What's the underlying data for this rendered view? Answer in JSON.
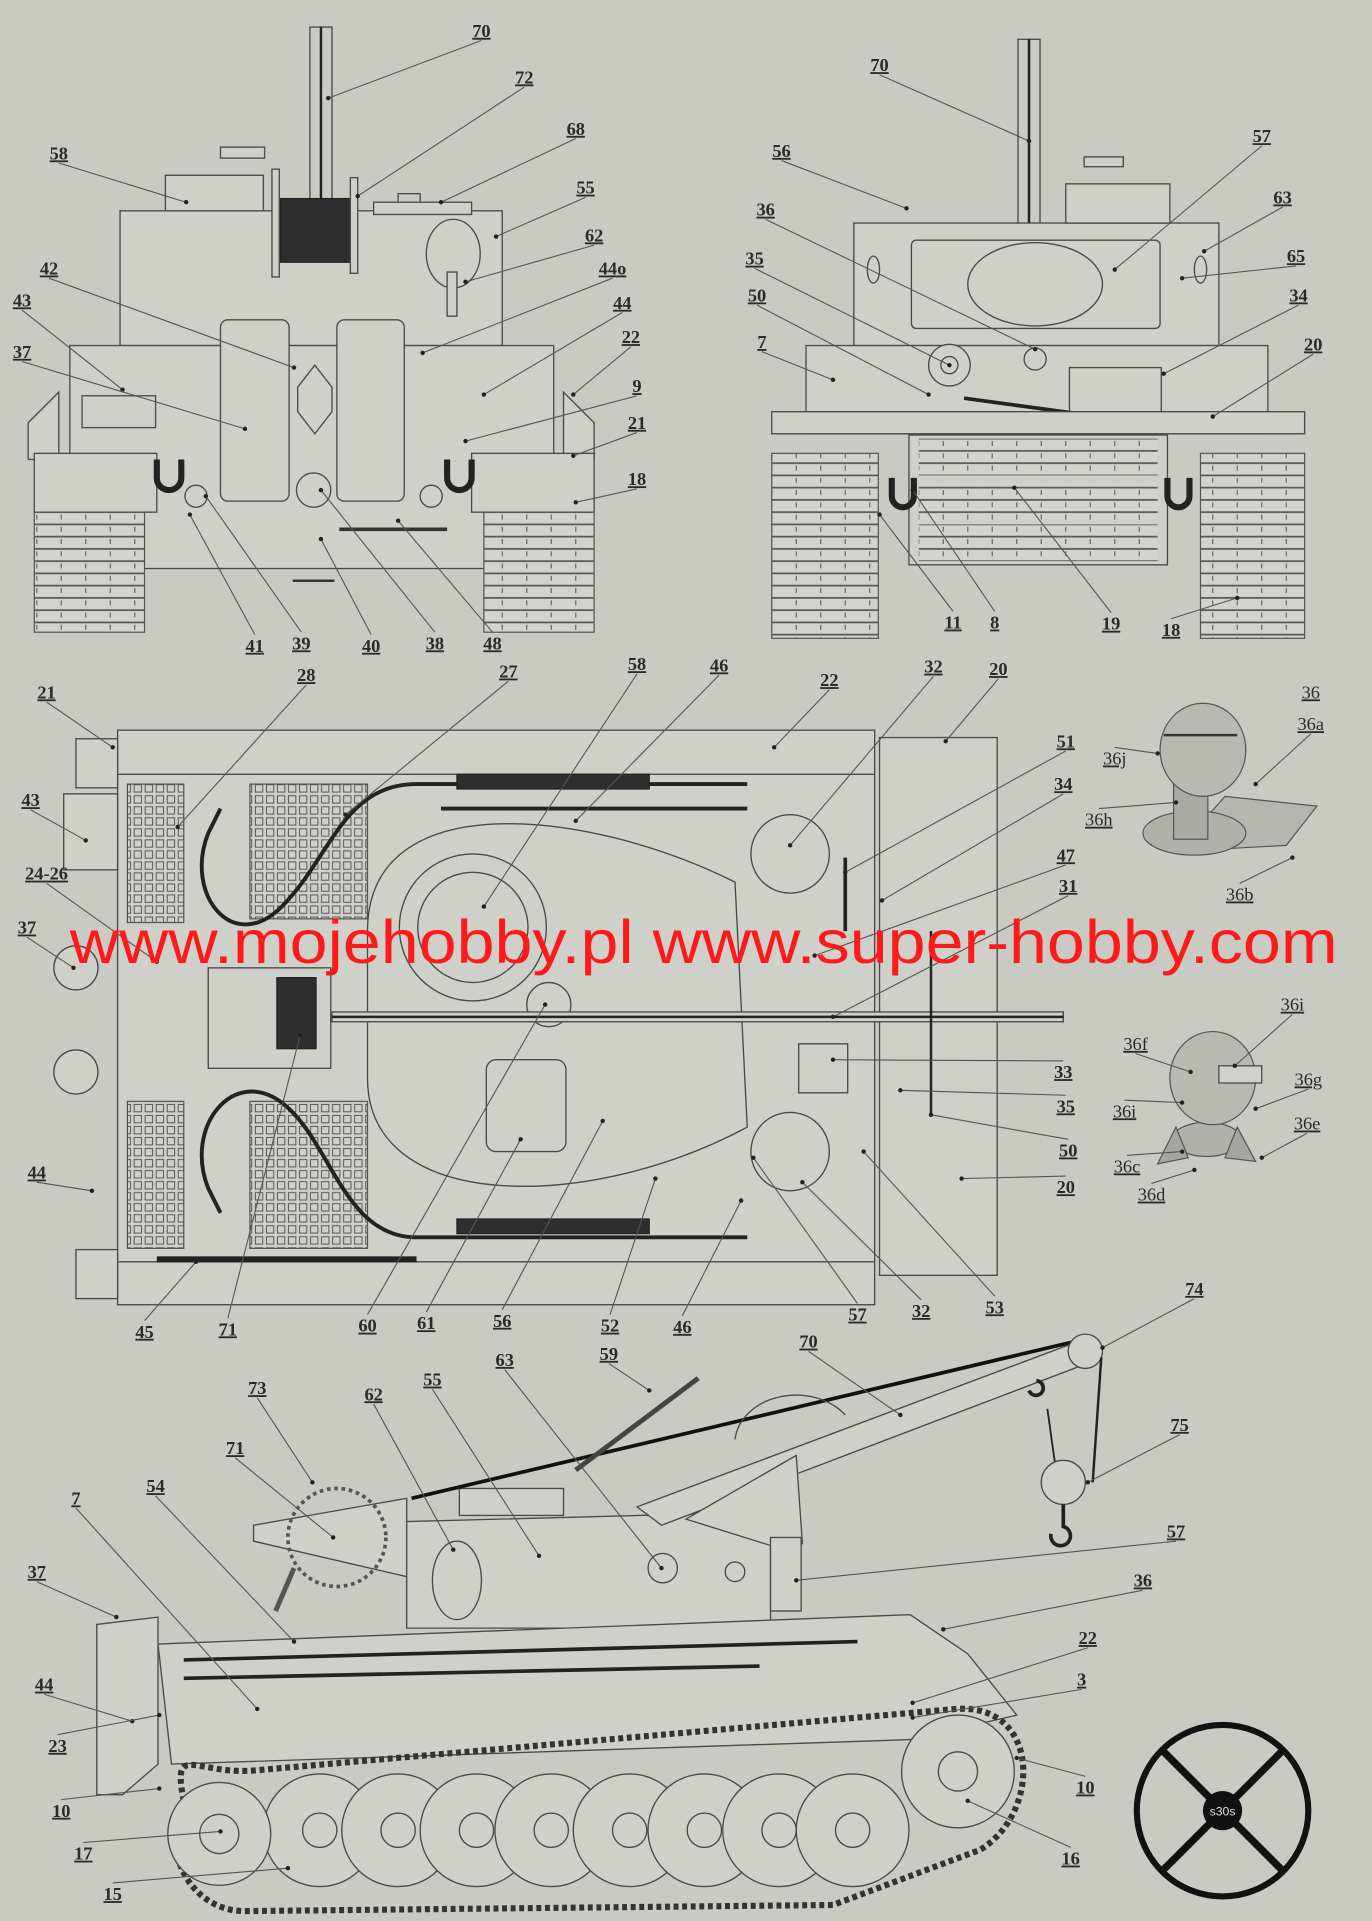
{
  "views": {
    "rear": {
      "labels": [
        "70",
        "72",
        "68",
        "58",
        "55",
        "62",
        "44o",
        "42",
        "43",
        "44",
        "37",
        "22",
        "9",
        "21",
        "18",
        "41",
        "39",
        "40",
        "38",
        "48"
      ]
    },
    "front": {
      "labels": [
        "70",
        "57",
        "56",
        "63",
        "36",
        "65",
        "35",
        "34",
        "50",
        "7",
        "20",
        "11",
        "8",
        "19",
        "18"
      ]
    },
    "top": {
      "labels": [
        "21",
        "28",
        "27",
        "58",
        "46",
        "22",
        "32",
        "20",
        "43",
        "51",
        "34",
        "24-26",
        "47",
        "37",
        "31",
        "33",
        "35",
        "50",
        "20",
        "44",
        "45",
        "71",
        "60",
        "61",
        "56",
        "52",
        "46",
        "57",
        "32",
        "53"
      ]
    },
    "detail36": {
      "labels": [
        "36",
        "36a",
        "36j",
        "36h",
        "36b",
        "36i",
        "36f",
        "36g",
        "36i",
        "36e",
        "36c",
        "36d"
      ]
    },
    "side": {
      "labels": [
        "74",
        "70",
        "59",
        "63",
        "73",
        "62",
        "55",
        "71",
        "75",
        "54",
        "7",
        "57",
        "37",
        "36",
        "22",
        "3",
        "44",
        "23",
        "10",
        "10",
        "17",
        "16",
        "15"
      ]
    }
  },
  "watermark": "www.mojehobby.pl www.super-hobby.com",
  "logo": {
    "text": "s30s"
  },
  "colors": {
    "background": "#c9cac4",
    "line": "#4a4a4a",
    "watermark": "#ff1a1a"
  }
}
